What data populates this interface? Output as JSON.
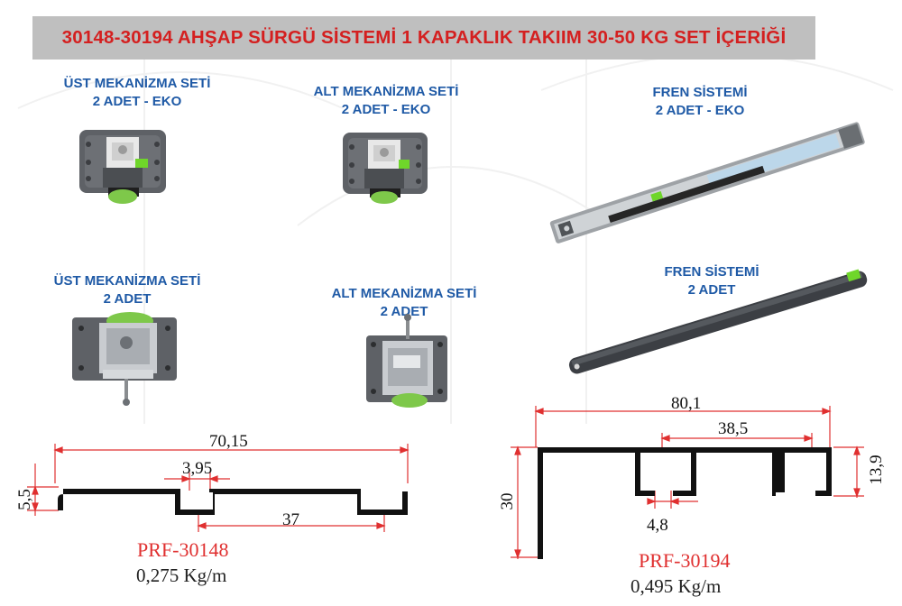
{
  "title": "30148-30194 AHŞAP SÜRGÜ SİSTEMİ 1 KAPAKLIK TAKIIM 30-50 KG SET İÇERİĞİ",
  "items": [
    {
      "line1": "ÜST MEKANİZMA SETİ",
      "line2": "2 ADET - EKO"
    },
    {
      "line1": "ALT MEKANİZMA SETİ",
      "line2": "2 ADET - EKO"
    },
    {
      "line1": "FREN SİSTEMİ",
      "line2": "2 ADET - EKO"
    },
    {
      "line1": "ÜST MEKANİZMA SETİ",
      "line2": "2 ADET"
    },
    {
      "line1": "ALT MEKANİZMA SETİ",
      "line2": "2 ADET"
    },
    {
      "line1": "FREN SİSTEMİ",
      "line2": "2 ADET"
    }
  ],
  "profiles": [
    {
      "code": "PRF-30148",
      "weight": "0,275 Kg/m",
      "dims": {
        "width": "70,15",
        "height": "5,5",
        "gap": "3,95",
        "inner": "37"
      }
    },
    {
      "code": "PRF-30194",
      "weight": "0,495 Kg/m",
      "dims": {
        "width": "80,1",
        "height": "30",
        "inner": "38,5",
        "lip": "13,9",
        "gap": "4,8"
      }
    }
  ],
  "colors": {
    "title_bg": "#bfbfbf",
    "title_text": "#d42020",
    "label_text": "#1f5aa6",
    "dim_line": "#e03030",
    "prf_code": "#e03030"
  },
  "icons": [
    "upper-mechanism-eko-image",
    "lower-mechanism-eko-image",
    "brake-system-eko-image",
    "upper-mechanism-image",
    "lower-mechanism-image",
    "brake-system-image",
    "profile-30148-drawing",
    "profile-30194-drawing"
  ]
}
